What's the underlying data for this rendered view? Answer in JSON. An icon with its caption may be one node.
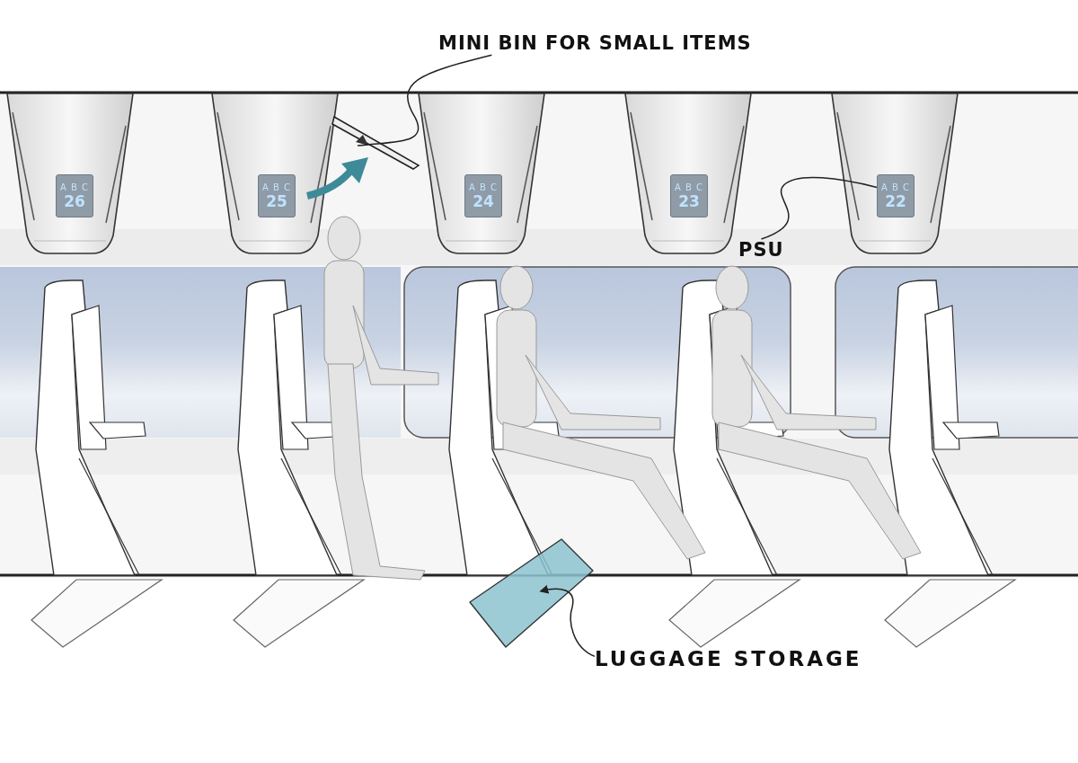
{
  "diagram": {
    "nodes": [
      {
        "text": [
          "MINI BIN FOR SMALL ITEMS"
        ]
      },
      {
        "text": [
          "A B C",
          "26"
        ]
      },
      {
        "text": [
          "A B C",
          "25"
        ]
      },
      {
        "text": [],
        "shape": "box"
      },
      {
        "text": [
          "A B C",
          "24"
        ]
      },
      {
        "text": [
          "A B C",
          "23"
        ]
      },
      {
        "text": [
          "A B C",
          "22"
        ]
      },
      {
        "text": [
          "PSU"
        ]
      },
      {
        "text": [],
        "shape": "box"
      },
      {
        "text": [
          "LUGGAGE STORAGE"
        ]
      }
    ],
    "edges": [
      {
        "from": 0,
        "to": 3,
        "arrow": "none"
      },
      {
        "from": 7,
        "to": 6,
        "arrow": "none"
      },
      {
        "from": 9,
        "to": 8,
        "arrow": "to"
      }
    ]
  }
}
